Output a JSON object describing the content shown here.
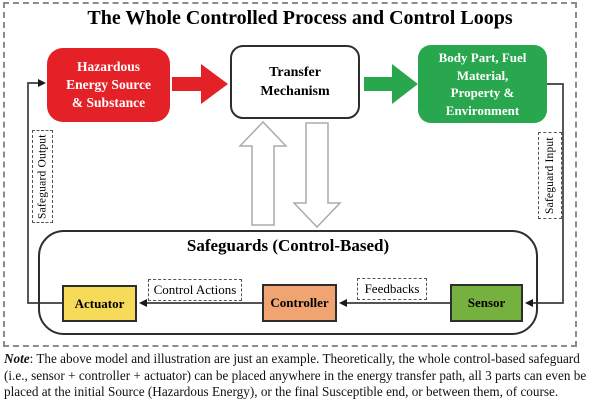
{
  "title": "The Whole Controlled Process and Control Loops",
  "flow": {
    "source_label": "Hazardous\nEnergy Source\n& Substance",
    "transfer_label": "Transfer\nMechanism",
    "susceptible_label": "Body Part, Fuel\nMaterial,\nProperty &\nEnvironment"
  },
  "loop_labels": {
    "safeguard_output": "Safeguard Output",
    "safeguard_input": "Safeguard Input"
  },
  "safeguards": {
    "title": "Safeguards (Control-Based)",
    "actuator_label": "Actuator",
    "controller_label": "Controller",
    "sensor_label": "Sensor",
    "control_actions_label": "Control Actions",
    "feedbacks_label": "Feedbacks"
  },
  "note": {
    "label": "Note",
    "text": ": The above model and illustration are just an example. Theoretically, the whole control-based safeguard (i.e., sensor + controller + actuator) can be placed anywhere in the energy transfer path, all 3 parts can even be placed at the initial Source (Hazardous Energy), or the final Susceptible end, or between them, of course."
  },
  "colors": {
    "hazard_red": "#E32127",
    "flow_green": "#28A74E",
    "sensor_green": "#76B13F",
    "actuator_yellow": "#F6DB5B",
    "controller_orange": "#F0A472",
    "line_dark": "#3c3c3c",
    "hollow_arrow_gray": "#ABABAB"
  }
}
